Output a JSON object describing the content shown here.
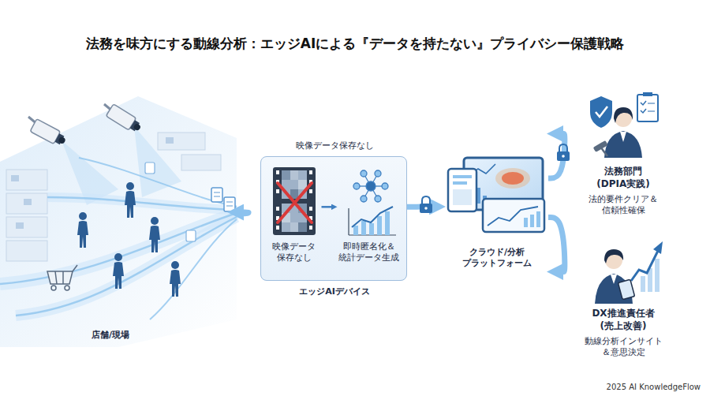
{
  "diagram": {
    "title": "法務を味方にする動線分析：エッジAIによる『データを持たない』プライバシー保護戦略",
    "nodes": [
      {
        "text": [
          "店舗/現場"
        ]
      },
      {
        "text": [
          "映像データ保存なし",
          "エッジAIデバイス"
        ]
      },
      {
        "text": [
          "映像データ 保存なし"
        ],
        "in": 1
      },
      {
        "text": [
          "即時匿名化＆ 統計データ生成"
        ],
        "in": 1
      },
      {
        "text": [
          "クラウド/分析 プラットフォーム"
        ]
      },
      {
        "text": [
          "法務部門 (DPIA実践)",
          "法的要件クリア＆ 信頼性確保"
        ]
      },
      {
        "text": [
          "DX推進責任者 (売上改善)",
          "動線分析インサイト ＆意思決定"
        ]
      }
    ],
    "edges": [
      {
        "from": 0,
        "to": 1,
        "arrow": "to"
      },
      {
        "from": 2,
        "to": 3,
        "arrow": "to"
      },
      {
        "from": 1,
        "to": 4,
        "arrow": "to"
      },
      {
        "from": 4,
        "to": 5,
        "arrow": "to"
      },
      {
        "from": 4,
        "to": 6,
        "arrow": "to"
      }
    ],
    "labels": [
      "2025 AI KnowledgeFlow"
    ]
  }
}
